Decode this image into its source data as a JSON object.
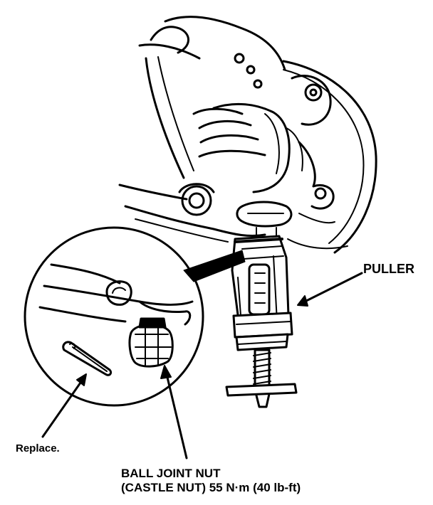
{
  "labels": {
    "puller": "PULLER",
    "replace": "Replace.",
    "nut_line1": "BALL JOINT NUT",
    "nut_line2": "(CASTLE NUT) 55 N·m (40 lb-ft)"
  },
  "colors": {
    "ink": "#000000",
    "paper": "#ffffff"
  }
}
